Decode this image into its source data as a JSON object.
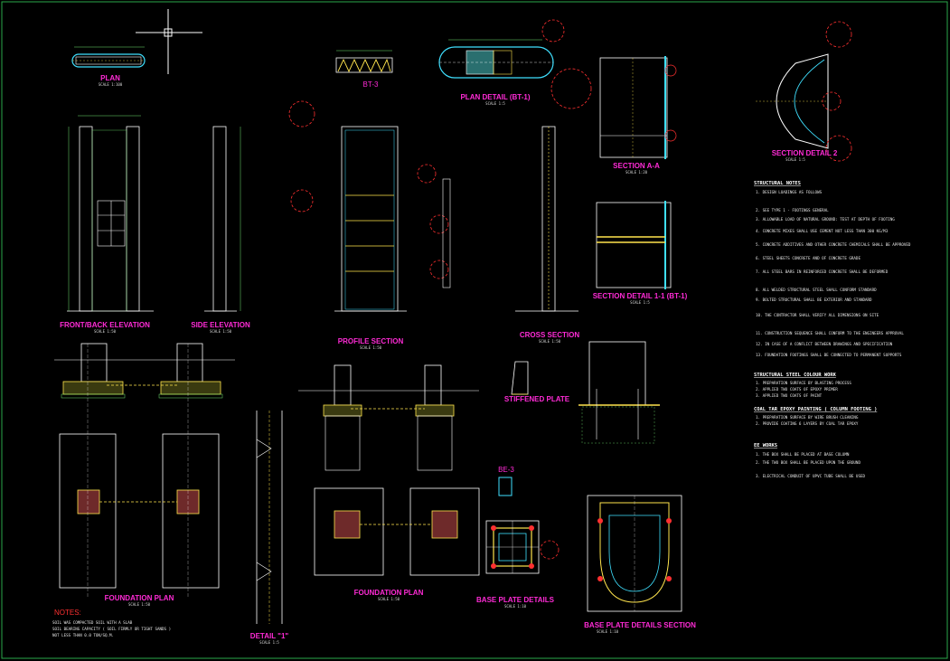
{
  "drawing": {
    "titles": {
      "plan": "PLAN",
      "bt3": "BT-3",
      "plan_detail": "PLAN DETAIL (BT-1)",
      "section_aa": "SECTION A-A",
      "section_detail_2": "SECTION DETAIL 2",
      "front_back_elevation": "FRONT/BACK ELEVATION",
      "side_elevation": "SIDE ELEVATION",
      "profile_section": "PROFILE SECTION",
      "cross_section": "CROSS SECTION",
      "section_detail_1": "SECTION DETAIL 1-1 (BT-1)",
      "stiffened_plate": "STIFFENED PLATE",
      "be3": "BE-3",
      "foundation_plan_1": "FOUNDATION PLAN",
      "foundation_plan_2": "FOUNDATION PLAN",
      "detail_1": "DETAIL \"1\"",
      "base_plate_details": "BASE PLATE DETAILS",
      "base_plate_details_section": "BASE PLATE DETAILS SECTION"
    },
    "scales": {
      "plan": "SCALE 1:100",
      "plan_detail": "SCALE 1:5",
      "section_aa": "SCALE 1:20",
      "section_detail_2": "SCALE 1:5",
      "front_back_elevation": "SCALE 1:50",
      "side_elevation": "SCALE 1:50",
      "profile_section": "SCALE 1:50",
      "cross_section": "SCALE 1:50",
      "section_detail_1": "SCALE 1:5",
      "foundation_plan_1": "SCALE 1:50",
      "foundation_plan_2": "SCALE 1:50",
      "detail_1": "SCALE 1:5",
      "base_plate_details": "SCALE 1:10",
      "base_plate_details_section": "SCALE 1:10"
    },
    "structural_notes": {
      "heading": "STRUCTURAL NOTES",
      "items": [
        "1. DESIGN LOADINGS AS FOLLOWS",
        "2. SEE TYPE 1 - FOOTINGS GENERAL",
        "3. ALLOWABLE LOAD OF NATURAL GROUND: TEST AT DEPTH OF FOOTING",
        "4. CONCRETE MIXES SHALL USE CEMENT NOT LESS THAN 300 KG/M3",
        "5. CONCRETE ADDITIVES AND OTHER CONCRETE CHEMICALS SHALL BE APPROVED",
        "6. STEEL SHEETS CONCRETE AND OF CONCRETE GRADE",
        "7. ALL STEEL BARS IN REINFORCED CONCRETE SHALL BE DEFORMED",
        "8. ALL WELDED STRUCTURAL STEEL SHALL CONFORM STANDARD",
        "9. BOLTED STRUCTURAL SHALL BE EXTERIOR AND STANDARD",
        "10. THE CONTRACTOR SHALL VERIFY ALL DIMENSIONS ON SITE",
        "11. CONSTRUCTION SEQUENCE SHALL CONFORM TO THE ENGINEERS APPROVAL",
        "12. IN CASE OF A CONFLICT BETWEEN DRAWINGS AND SPECIFICATION",
        "13. FOUNDATION FOOTINGS SHALL BE CONNECTED TO PERMANENT SUPPORTS"
      ]
    },
    "steel_work": {
      "heading": "STRUCTURAL STEEL COLOUR WORK",
      "items": [
        "1. PREPARATION SURFACE BY BLASTING PROCESS",
        "2. APPLIED TWO COATS OF EPOXY PRIMER",
        "3. APPLIED TWO COATS OF PAINT"
      ]
    },
    "coal_tar": {
      "heading": "COAL TAR EPOXY PAINTING ( COLUMN FOOTING )",
      "items": [
        "1. PREPARATION SURFACE BY WIRE BRUSH CLEANING",
        "2. PROVIDE COATING 6 LAYERS BY COAL TAR EPOXY"
      ]
    },
    "ee_works": {
      "heading": "EE WORKS",
      "items": [
        "1. THE BOX SHALL BE PLACED AT BASE COLUMN",
        "2. THE TWO BOX SHALL BE PLACED UPON THE GROUND",
        "3. ELECTRICAL CONDUIT OF UPVC TUBE SHALL BE USED"
      ]
    },
    "foundation_notes": {
      "heading": "NOTES:",
      "items": [
        "SOIL WAS COMPACTED SOIL WITH A SLAB",
        "SOIL BEARING CAPACITY ( SOIL FIRMLY OR TIGHT SANDS )",
        "NOT LESS THAN 0.0 TON/SQ.M."
      ]
    },
    "colors": {
      "title": "#ff2bd6",
      "line": "#ffffff",
      "dim": "#6fe36f",
      "red": "#ff3030",
      "yellow": "#ffe44d",
      "cyan": "#3fe0ff"
    }
  }
}
